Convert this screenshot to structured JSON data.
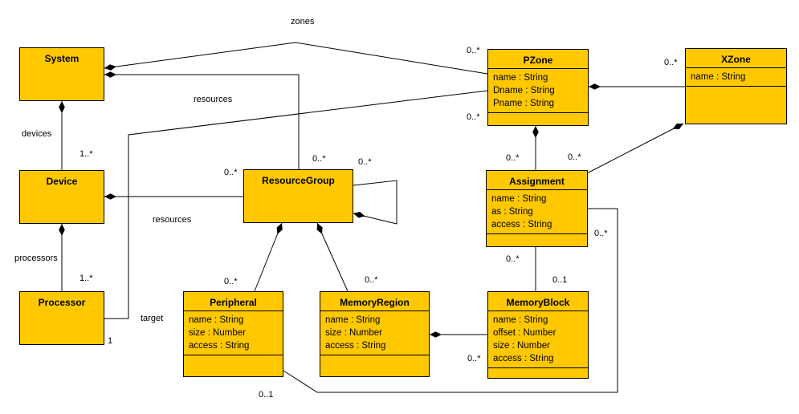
{
  "diagram": {
    "type": "uml-class-diagram",
    "background_color": "#ffffff",
    "node_fill_color": "#FFC800",
    "node_border_color": "#000000",
    "edge_color": "#000000"
  },
  "classes": [
    {
      "name": "System",
      "attributes": []
    },
    {
      "name": "Device",
      "attributes": []
    },
    {
      "name": "Processor",
      "attributes": []
    },
    {
      "name": "ResourceGroup",
      "attributes": []
    },
    {
      "name": "Peripheral",
      "attributes": [
        "name : String",
        "size : Number",
        "access : String"
      ]
    },
    {
      "name": "MemoryRegion",
      "attributes": [
        "name : String",
        "size : Number",
        "access : String"
      ]
    },
    {
      "name": "MemoryBlock",
      "attributes": [
        "name : String",
        "offset : Number",
        "size : Number",
        "access : String"
      ]
    },
    {
      "name": "PZone",
      "attributes": [
        "name : String",
        "Dname : String",
        "Pname : String"
      ]
    },
    {
      "name": "XZone",
      "attributes": [
        "name : String"
      ]
    },
    {
      "name": "Assignment",
      "attributes": [
        "name : String",
        "as : String",
        "access : String"
      ]
    }
  ],
  "edges": {
    "system_pzone": {
      "label": "zones",
      "pzone_mult": "0..*"
    },
    "system_resourcegroup": {
      "label": "resources",
      "resourcegroup_mult": "0..*"
    },
    "system_device": {
      "label": "devices",
      "device_mult": "1..*"
    },
    "device_processor": {
      "label": "processors",
      "processor_mult": "1..*"
    },
    "device_resourcegroup": {
      "label": "resources",
      "resourcegroup_mult": "0..*"
    },
    "pzone_processor": {
      "label": "target",
      "processor_mult": "1",
      "pzone_mult": "0..*"
    },
    "resourcegroup_self": {
      "resourcegroup_mult": "0..*"
    },
    "resourcegroup_peripheral": {
      "peripheral_mult": "0..*"
    },
    "resourcegroup_memoryregion": {
      "memoryregion_mult": "0..*"
    },
    "memoryregion_memoryblock": {
      "memoryblock_mult": "0..*"
    },
    "pzone_assignment": {
      "assignment_mult": "0..*"
    },
    "pzone_xzone": {
      "xzone_mult": "0..*"
    },
    "xzone_assignment": {
      "assignment_mult": "0..*"
    },
    "assignment_peripheral": {
      "assignment_mult": "0..*",
      "peripheral_mult": "0..1"
    },
    "assignment_memoryblock": {
      "assignment_mult": "0..*",
      "memoryblock_mult": "0..1"
    }
  }
}
